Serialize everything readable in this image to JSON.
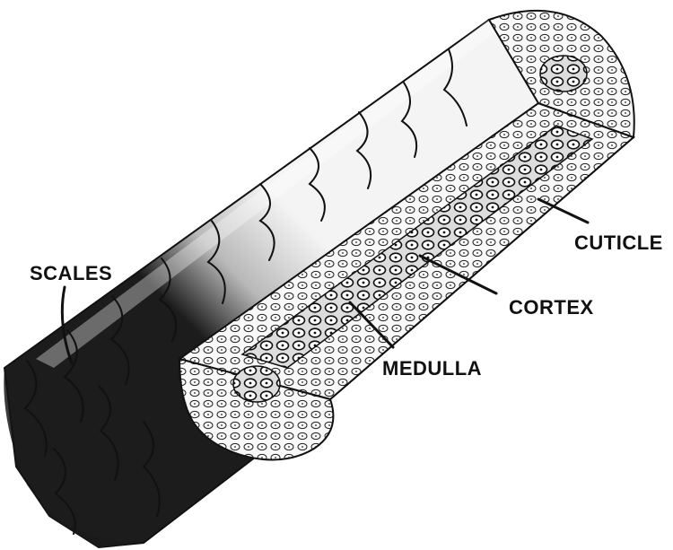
{
  "labels": {
    "scales": "SCALES",
    "cuticle": "CUTICLE",
    "cortex": "CORTEX",
    "medulla": "MEDULLA"
  },
  "colors": {
    "ink": "#111111",
    "paper": "#ffffff",
    "shade": "#555555",
    "light": "#e8e8e8"
  }
}
